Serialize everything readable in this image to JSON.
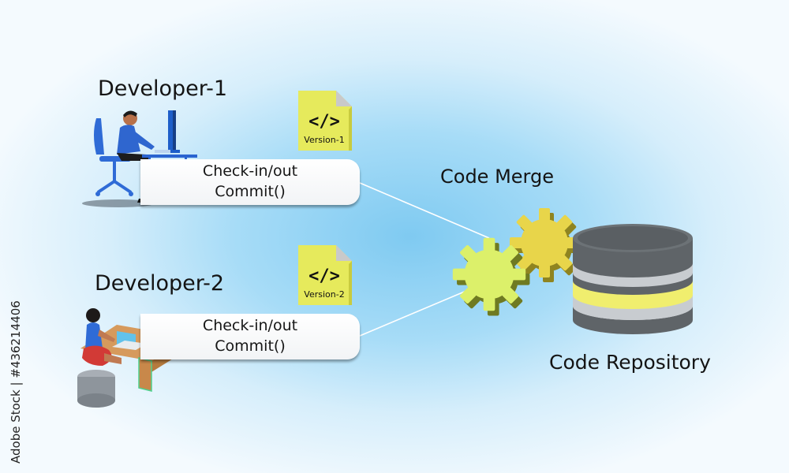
{
  "developers": [
    {
      "name": "Developer-1",
      "action_line1": "Check-in/out",
      "action_line2": "Commit()",
      "file_tag": "</>",
      "file_version": "Version-1"
    },
    {
      "name": "Developer-2",
      "action_line1": "Check-in/out",
      "action_line2": "Commit()",
      "file_tag": "</>",
      "file_version": "Version-2"
    }
  ],
  "merge": {
    "label": "Code Merge"
  },
  "repository": {
    "label": "Code Repository"
  },
  "watermark": {
    "text": "Adobe Stock | #436214406"
  },
  "colors": {
    "file_yellow": "#e6ea5c",
    "gear_lime": "#dcf06a",
    "gear_gold": "#e8d54a",
    "db_dark": "#5f6468",
    "db_yellow": "#f0ee6e",
    "pill_white": "#ffffff"
  }
}
